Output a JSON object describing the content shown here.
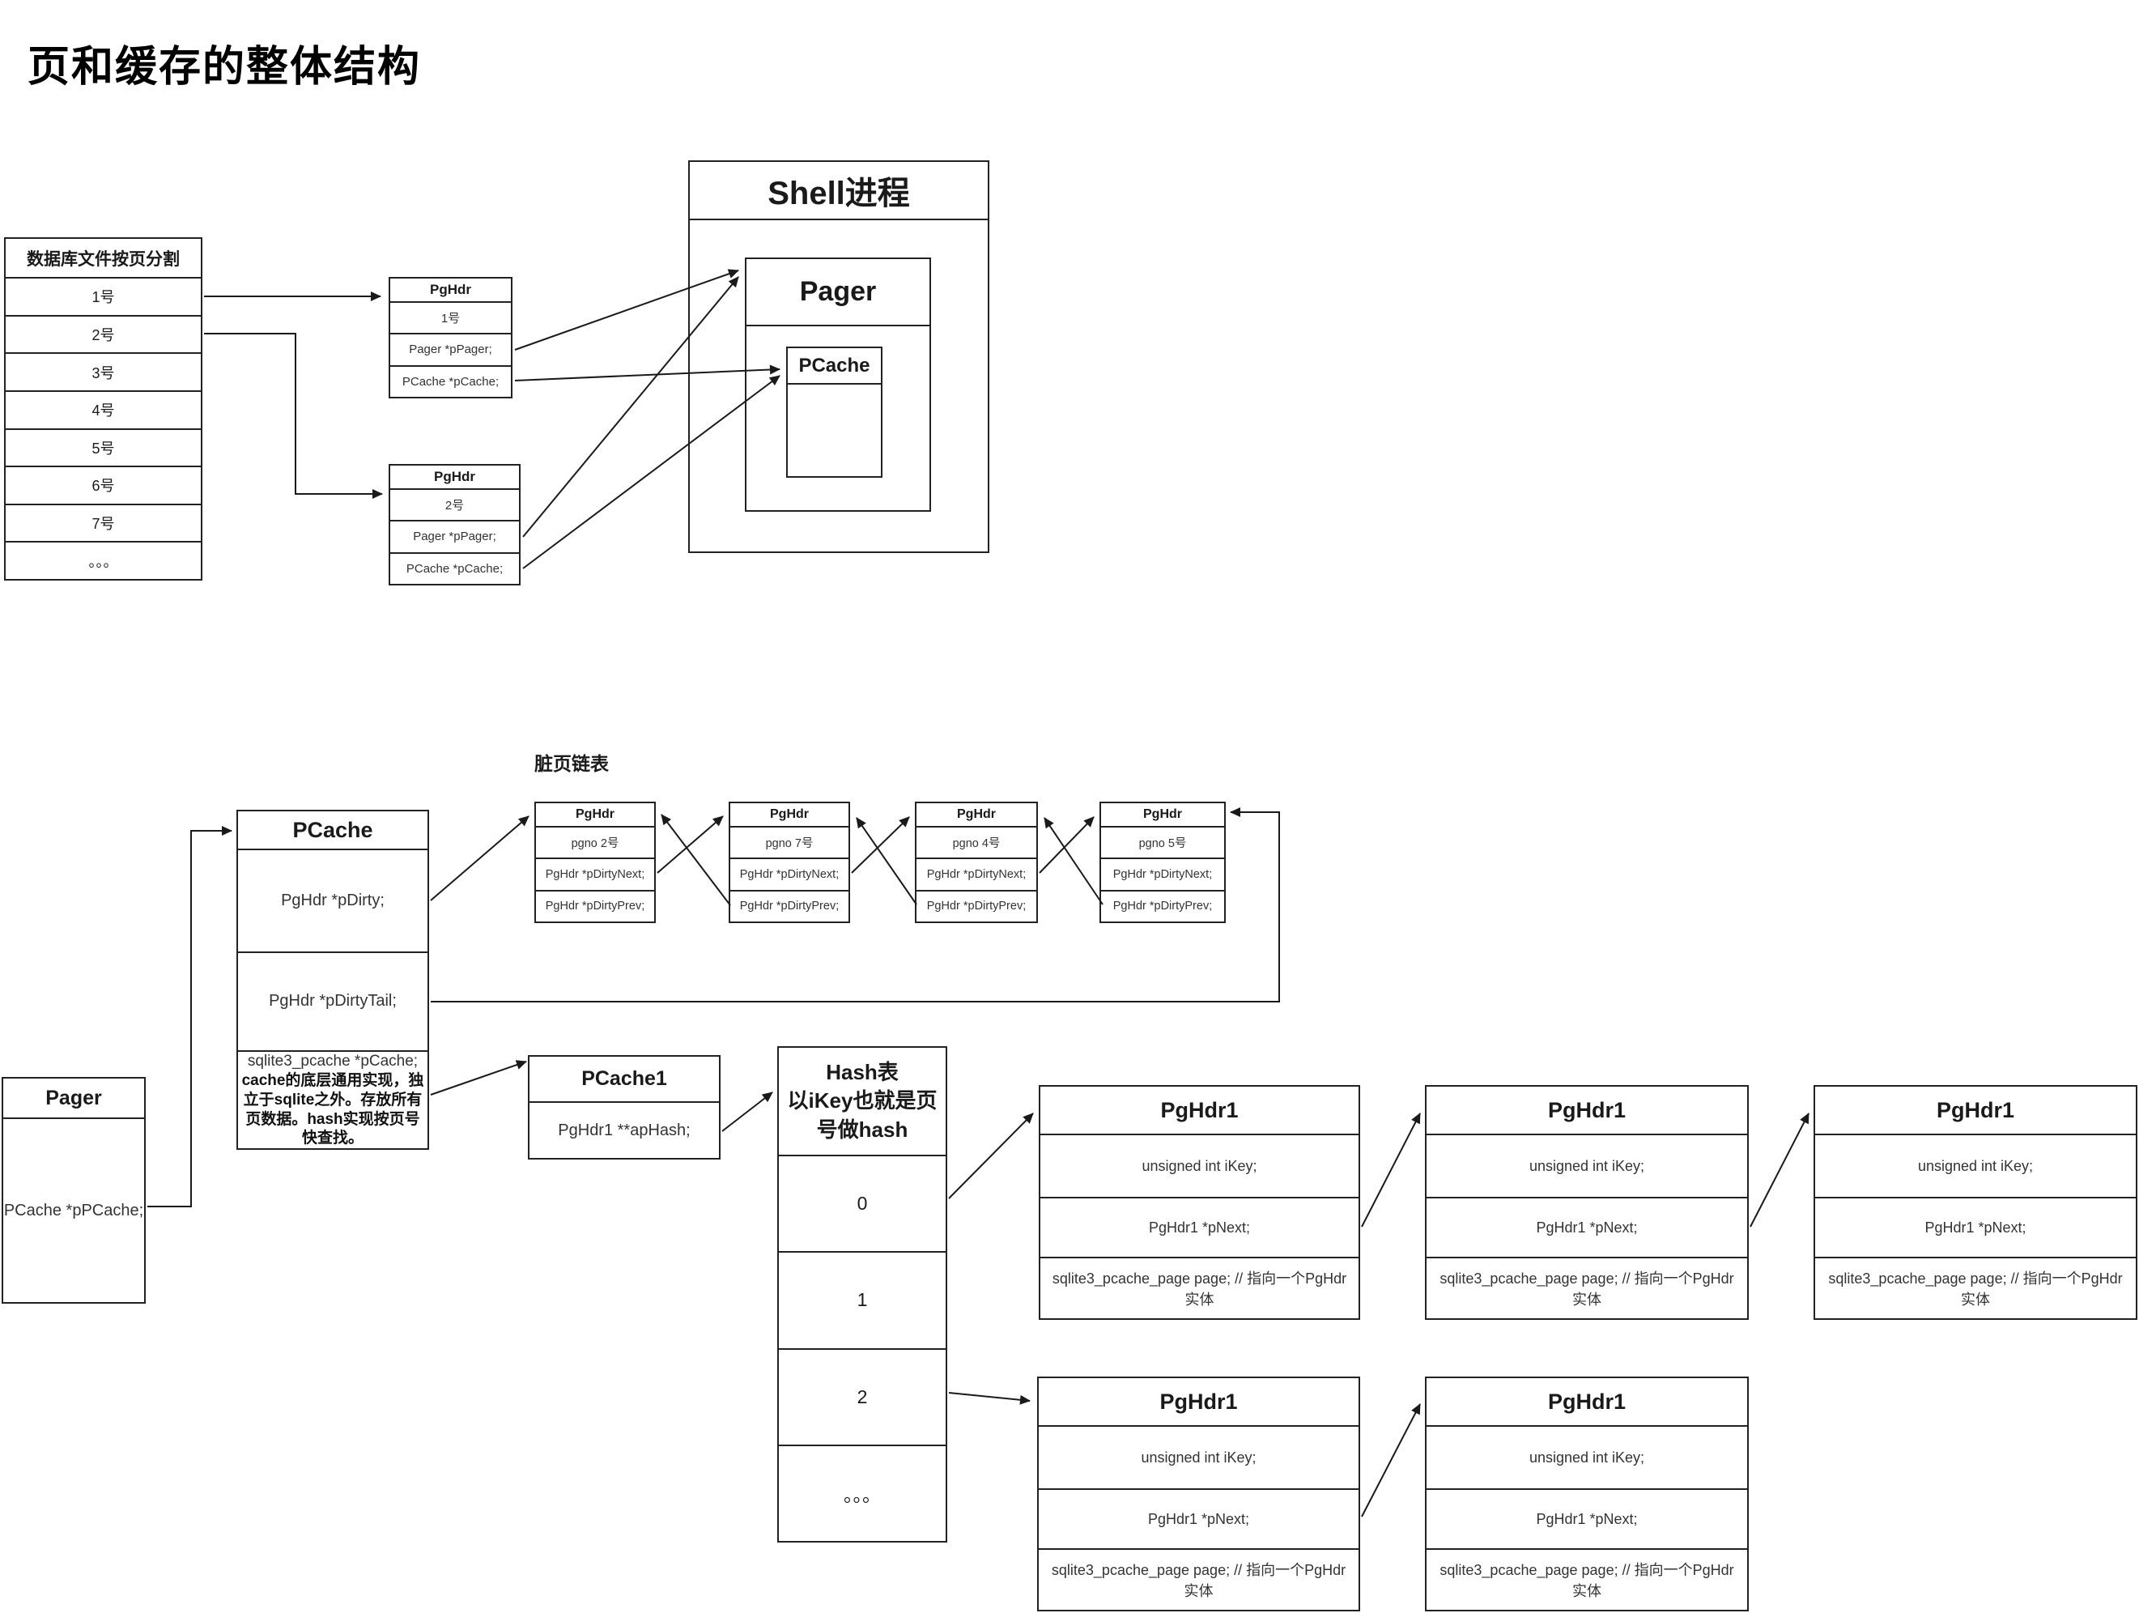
{
  "title": "页和缓存的整体结构",
  "colors": {
    "ink": "#1a1a1a",
    "background": "#ffffff"
  },
  "file_table": {
    "header": "数据库文件按页分割",
    "rows": [
      "1号",
      "2号",
      "3号",
      "4号",
      "5号",
      "6号",
      "7号",
      "。。。"
    ]
  },
  "pghdr_top_1": {
    "title": "PgHdr",
    "pgno": "1号",
    "f_pager": "Pager *pPager;",
    "f_pcache": "PCache *pCache;"
  },
  "pghdr_top_2": {
    "title": "PgHdr",
    "pgno": "2号",
    "f_pager": "Pager *pPager;",
    "f_pcache": "PCache *pCache;"
  },
  "shell": {
    "title": "Shell进程",
    "pager_title": "Pager",
    "pcache_title": "PCache"
  },
  "dirty": {
    "label": "脏页链表",
    "nodes": [
      {
        "title": "PgHdr",
        "pgno": "pgno 2号",
        "next": "PgHdr *pDirtyNext;",
        "prev": "PgHdr *pDirtyPrev;"
      },
      {
        "title": "PgHdr",
        "pgno": "pgno 7号",
        "next": "PgHdr *pDirtyNext;",
        "prev": "PgHdr *pDirtyPrev;"
      },
      {
        "title": "PgHdr",
        "pgno": "pgno 4号",
        "next": "PgHdr *pDirtyNext;",
        "prev": "PgHdr *pDirtyPrev;"
      },
      {
        "title": "PgHdr",
        "pgno": "pgno 5号",
        "next": "PgHdr *pDirtyNext;",
        "prev": "PgHdr *pDirtyPrev;"
      }
    ]
  },
  "pcache_main": {
    "title": "PCache",
    "f_dirty": "PgHdr *pDirty;",
    "f_dirtytail": "PgHdr *pDirtyTail;",
    "f_pcache": "sqlite3_pcache *pCache;",
    "note": "cache的底层通用实现，独立于sqlite之外。存放所有页数据。hash实现按页号快查找。"
  },
  "pager_bottom": {
    "title": "Pager",
    "field": "PCache *pPCache;"
  },
  "pcache1": {
    "title": "PCache1",
    "field": "PgHdr1 **apHash;"
  },
  "hash": {
    "title_line1": "Hash表",
    "title_line2": "以iKey也就是页号做hash",
    "rows": [
      "0",
      "1",
      "2",
      "。。。"
    ]
  },
  "pghdr1": {
    "title": "PgHdr1",
    "ikey": "unsigned int iKey;",
    "pnext": "PgHdr1 *pNext;",
    "page": "sqlite3_pcache_page page; // 指向一个PgHdr实体"
  }
}
